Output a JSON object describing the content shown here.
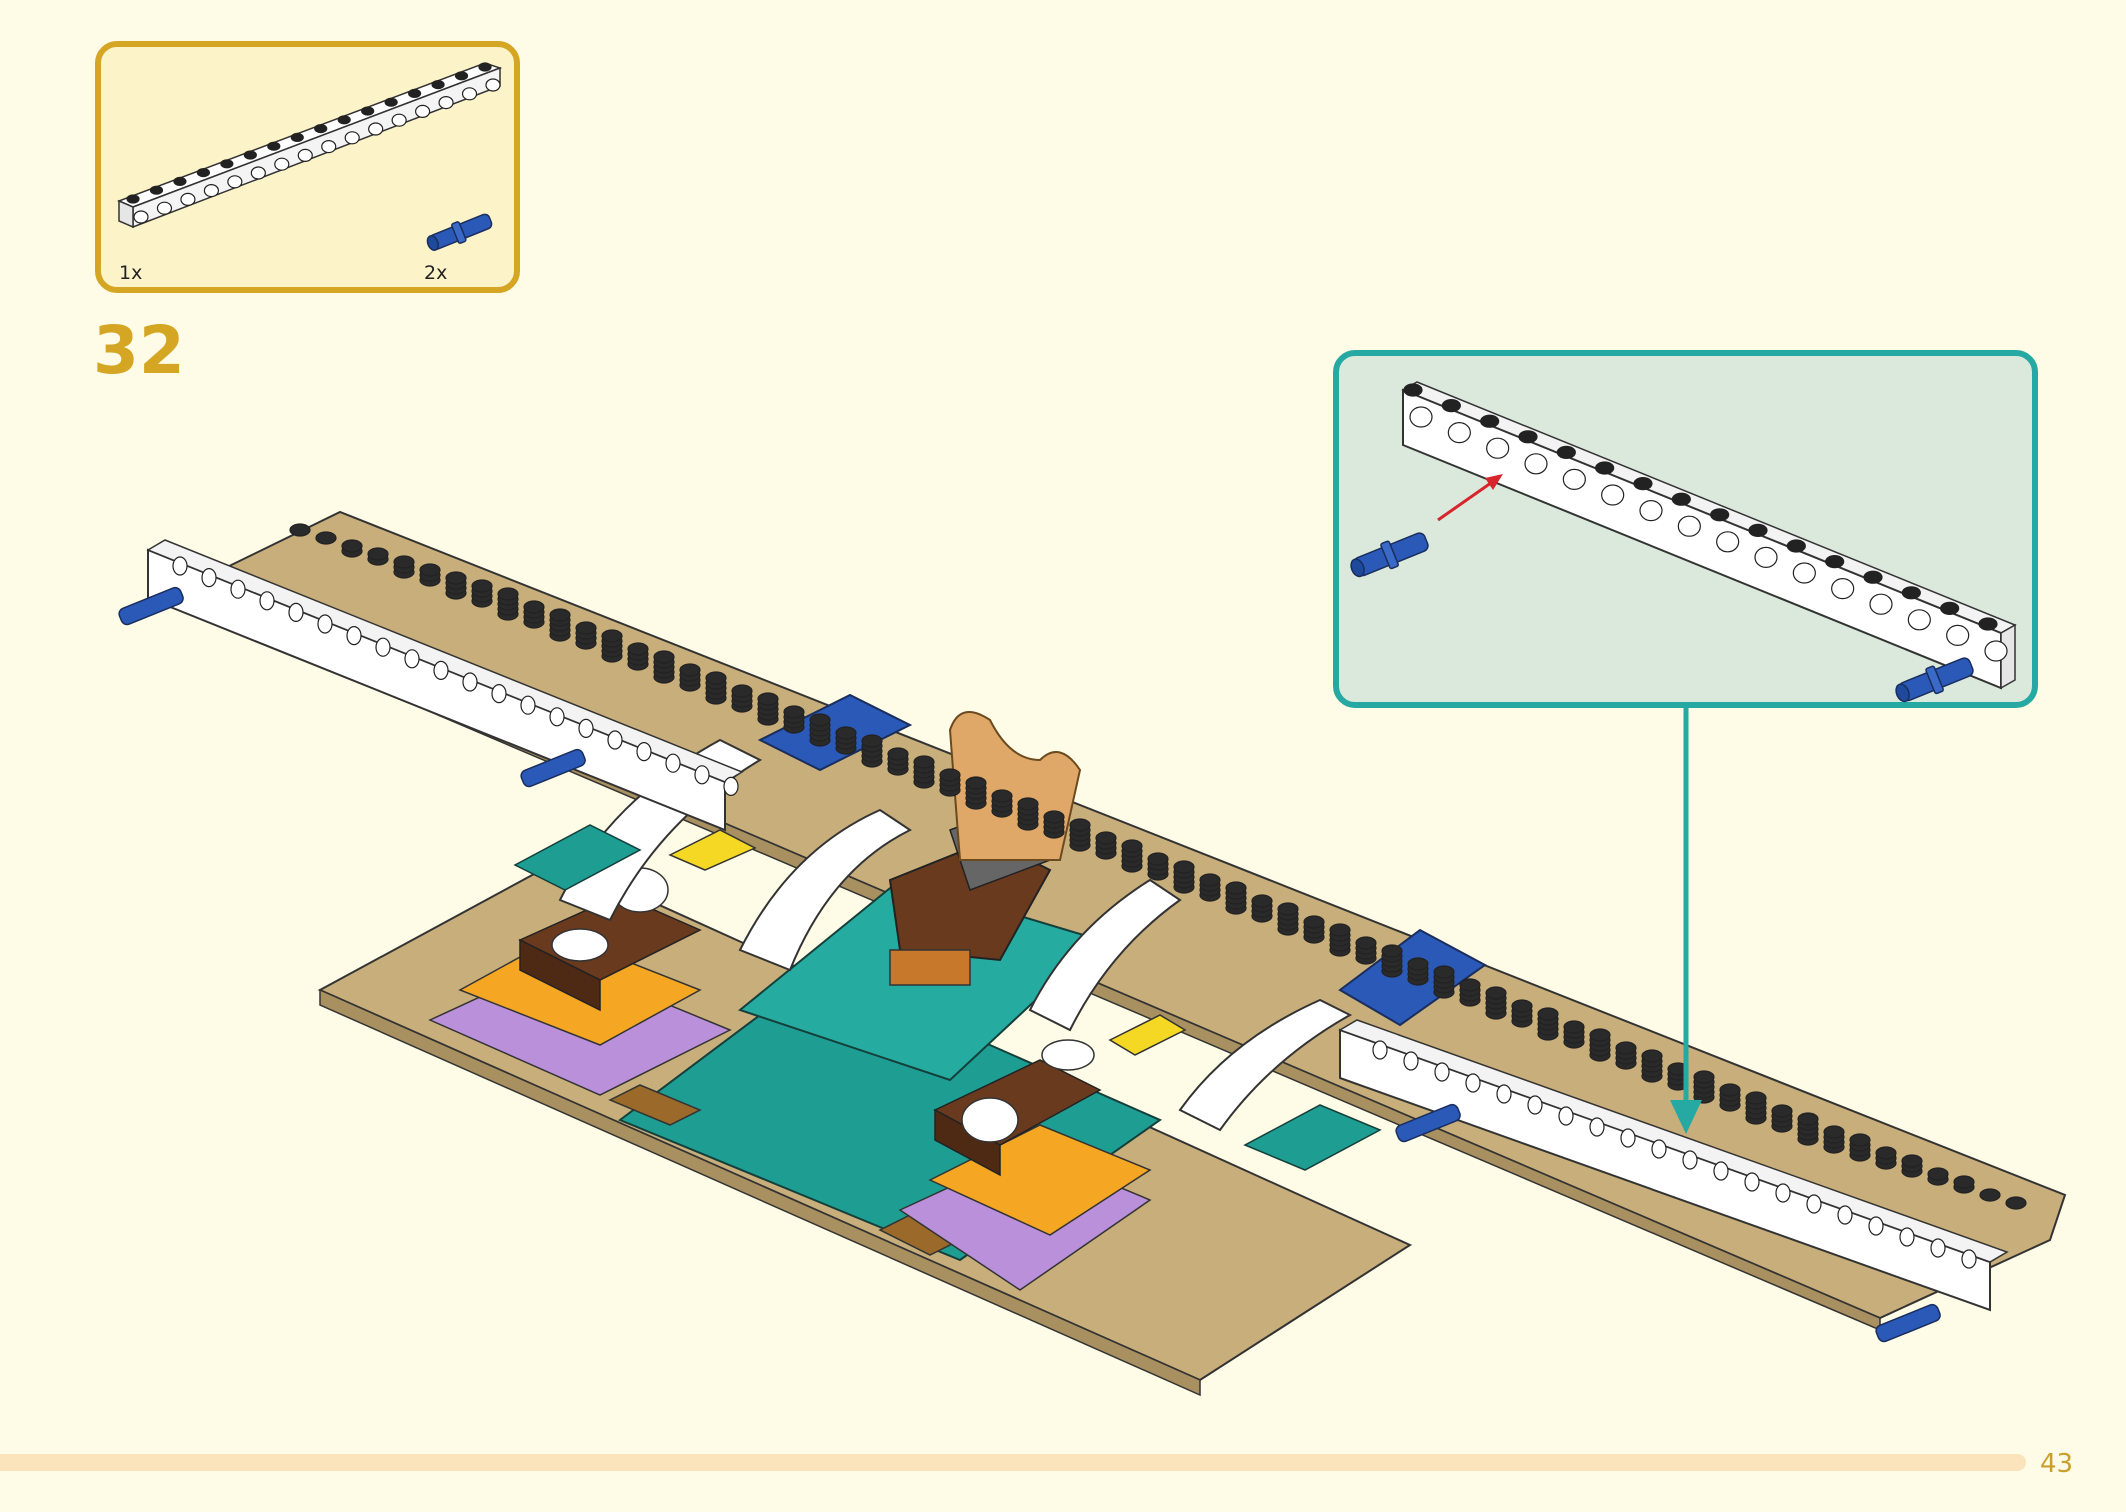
{
  "parts_list": {
    "items": [
      {
        "name": "white-technic-beam-1x16",
        "quantity": "1x"
      },
      {
        "name": "blue-technic-pin",
        "quantity": "2x"
      }
    ]
  },
  "step": {
    "number": "32"
  },
  "page": {
    "number": "43"
  },
  "colors": {
    "accent_gold": "#d4a624",
    "callout_teal": "#25a9a2",
    "background": "#fefbe6",
    "tan_plate": "#c8ae7a",
    "teal_tile": "#1e9e93",
    "blue_pin": "#2a59b8"
  }
}
